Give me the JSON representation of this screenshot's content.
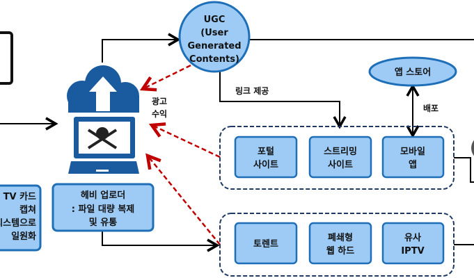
{
  "ugc": {
    "lines": [
      "UGC",
      "(User",
      "Generated",
      "Contents)"
    ]
  },
  "app_store": "앱 스토어",
  "labels": {
    "link": "링크 제공",
    "distribute": "배포",
    "ad_revenue": [
      "광고",
      "수익"
    ]
  },
  "uploader": {
    "lines": [
      "헤비 업로더",
      ": 파일 대량 복제",
      "및 유통"
    ]
  },
  "left_box": {
    "lines": [
      "TV 카드",
      "캡쳐",
      "시스템으로",
      "일원화"
    ]
  },
  "group1": [
    {
      "lines": [
        "포털",
        "사이트"
      ]
    },
    {
      "lines": [
        "스트리밍",
        "사이트"
      ]
    },
    {
      "lines": [
        "모바일",
        "앱"
      ]
    }
  ],
  "group2": [
    {
      "lines": [
        "토렌트"
      ]
    },
    {
      "lines": [
        "폐쇄형",
        "웹 하드"
      ]
    },
    {
      "lines": [
        "유사",
        "IPTV"
      ]
    }
  ],
  "colors": {
    "box_fill": "#9DCBF5",
    "box_stroke": "#1F6FB8",
    "laptop": "#1A5BA0",
    "dashed": "#C00000",
    "group": "#1F3864"
  }
}
